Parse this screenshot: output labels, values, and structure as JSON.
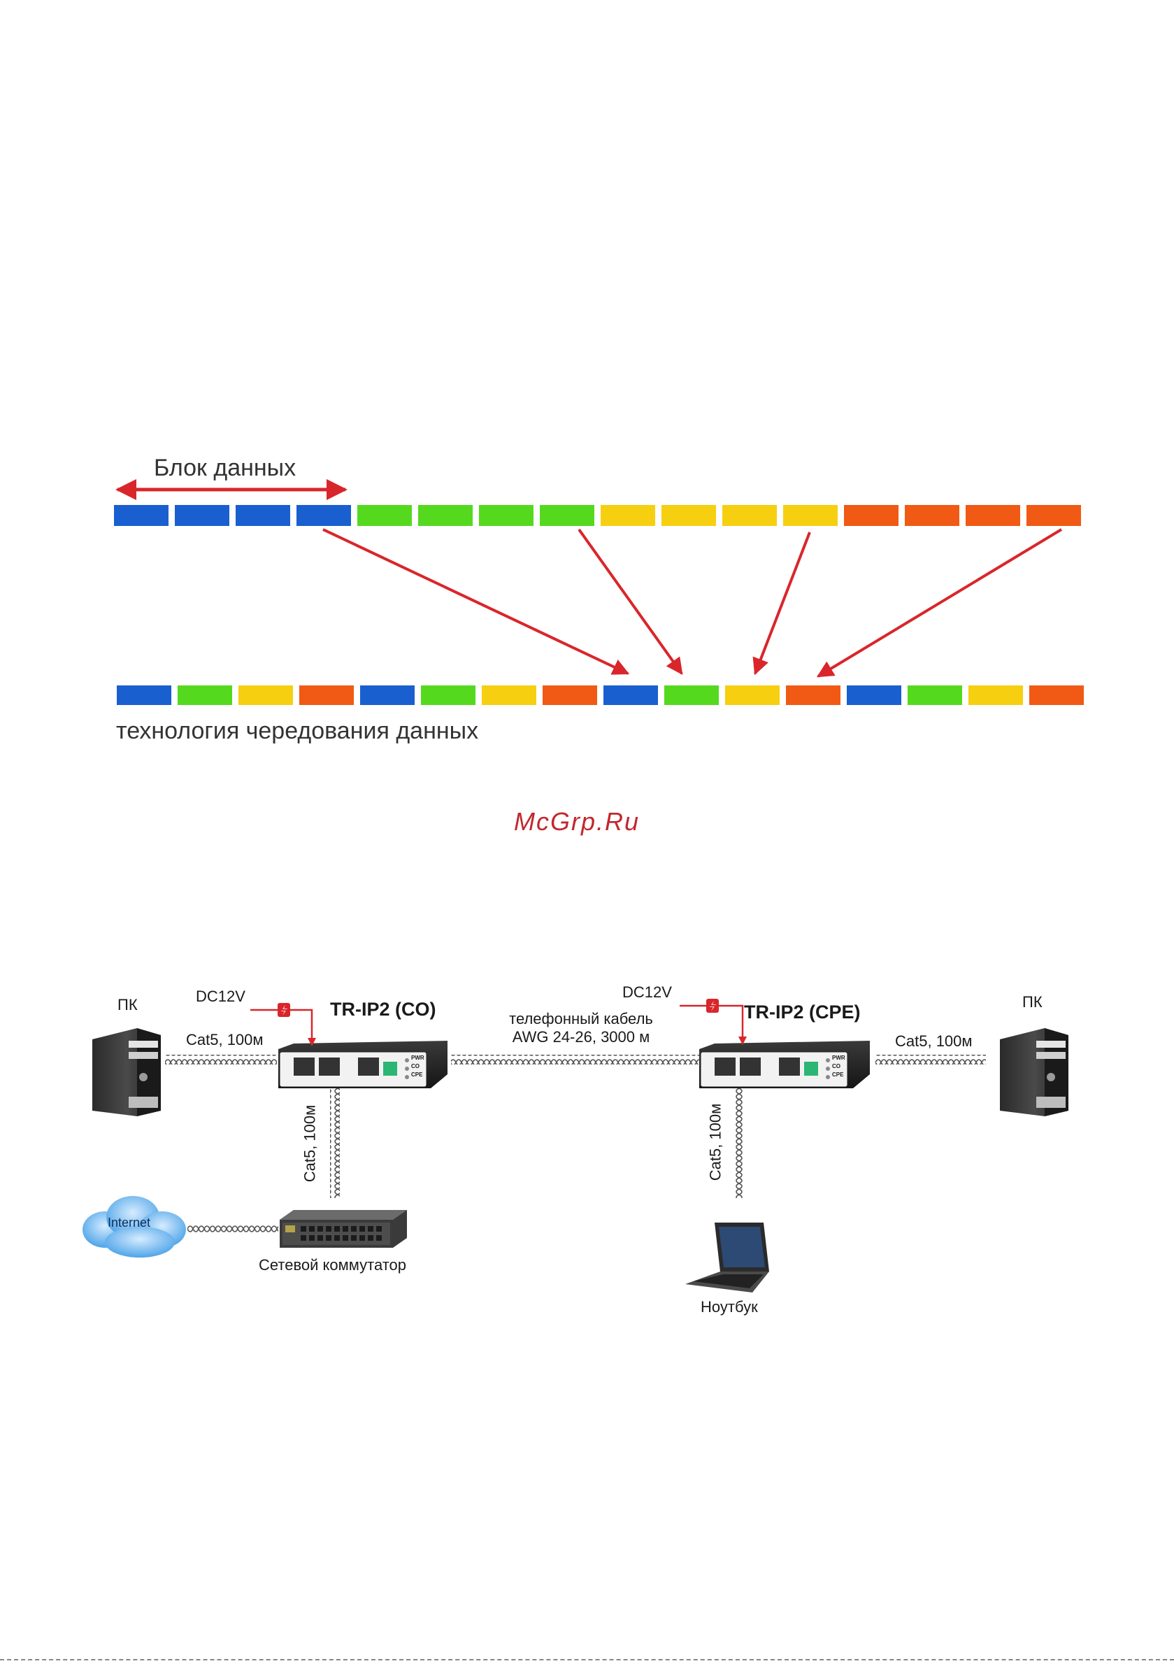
{
  "interleave": {
    "block_label": "Блок данных",
    "caption": "технология чередования данных",
    "colors": {
      "blue": "#1a5fd0",
      "green": "#55d91f",
      "yellow": "#f6cf10",
      "orange": "#f05a14",
      "arrow": "#d9262b"
    },
    "top_row": [
      "blue",
      "blue",
      "blue",
      "blue",
      "green",
      "green",
      "green",
      "green",
      "yellow",
      "yellow",
      "yellow",
      "yellow",
      "orange",
      "orange",
      "orange",
      "orange"
    ],
    "bottom_row": [
      "blue",
      "green",
      "yellow",
      "orange",
      "blue",
      "green",
      "yellow",
      "orange",
      "blue",
      "green",
      "yellow",
      "orange",
      "blue",
      "green",
      "yellow",
      "orange"
    ]
  },
  "watermark": "McGrp.Ru",
  "network": {
    "pc_left_label": "ПК",
    "pc_right_label": "ПК",
    "power_left": "DC12V",
    "power_right": "DC12V",
    "device_co": "TR-IP2 (CO)",
    "device_cpe": "TR-IP2 (CPE)",
    "cable_left": "Cat5, 100м",
    "cable_right": "Cat5, 100м",
    "phone_cable_line1": "телефонный кабель",
    "phone_cable_line2": "AWG 24-26, 3000 м",
    "vertical_cable_left": "Cat5, 100м",
    "vertical_cable_right": "Cat5, 100м",
    "internet_label": "Internet",
    "switch_label": "Сетевой коммутатор",
    "laptop_label": "Ноутбук",
    "led_labels": [
      "PWR",
      "CO",
      "CPE"
    ]
  }
}
